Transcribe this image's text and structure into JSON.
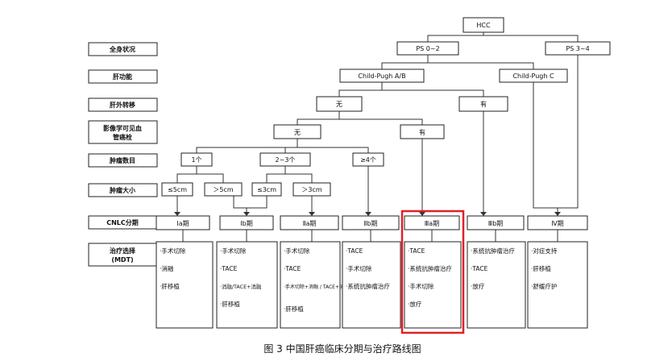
{
  "row_labels": {
    "general": "全身状况",
    "liver": "肝功能",
    "extra": "肝外转移",
    "vascular": [
      "影像学可见血",
      "管癌栓"
    ],
    "tumor_count": "肿瘤数目",
    "tumor_size": "肿瘤大小",
    "cnlc": "CNLC分期",
    "treatment": [
      "治疗选择",
      "(MDT)"
    ]
  },
  "nodes": {
    "hcc": "HCC",
    "ps02": "PS 0~2",
    "ps34": "PS 3~4",
    "cpab": "Child-Pugh A/B",
    "cpc": "Child-Pugh C",
    "extra_no": "无",
    "extra_yes": "有",
    "vasc_no": "无",
    "vasc_yes": "有",
    "n1": "1个",
    "n23": "2~3个",
    "n4": "≥4个",
    "s1a": "≤5cm",
    "s1b": "＞5cm",
    "s2a": "≤3cm",
    "s2b": "＞3cm"
  },
  "stages": [
    "Ⅰa期",
    "Ⅰb期",
    "Ⅱa期",
    "Ⅱb期",
    "Ⅲa期",
    "Ⅲb期",
    "Ⅳ期"
  ],
  "treatments": [
    [
      "手术切除",
      "消融",
      "肝移植"
    ],
    [
      "手术切除",
      "TACE",
      "消融/TACE+消融",
      "肝移植"
    ],
    [
      "手术切除",
      "TACE",
      "手术切除+消融 / TACE+消融",
      "肝移植"
    ],
    [
      "TACE",
      "手术切除",
      "系统抗肿瘤治疗"
    ],
    [
      "TACE",
      "系统抗肿瘤治疗",
      "手术切除",
      "放疗"
    ],
    [
      "系统抗肿瘤治疗",
      "TACE",
      "放疗"
    ],
    [
      "对症支持",
      "肝移植",
      "舒缓疗护"
    ]
  ],
  "caption": "图 3 中国肝癌临床分期与治疗路线图",
  "highlight_color": "#e0202a"
}
